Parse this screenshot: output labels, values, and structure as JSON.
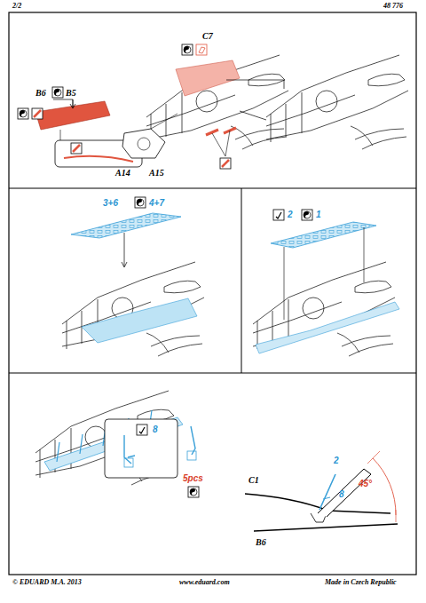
{
  "diagram": {
    "labels": [
      "2/2",
      "48 776",
      "C7",
      "B6",
      "B5",
      "A14",
      "A15",
      "3+6",
      "4+7",
      "2",
      "1",
      "8",
      "5pcs",
      "C1",
      "2",
      "8",
      "45°",
      "B6",
      "© EDUARD  M.A. 2013",
      "www.eduard.com",
      "Made in Czech Republic"
    ]
  }
}
